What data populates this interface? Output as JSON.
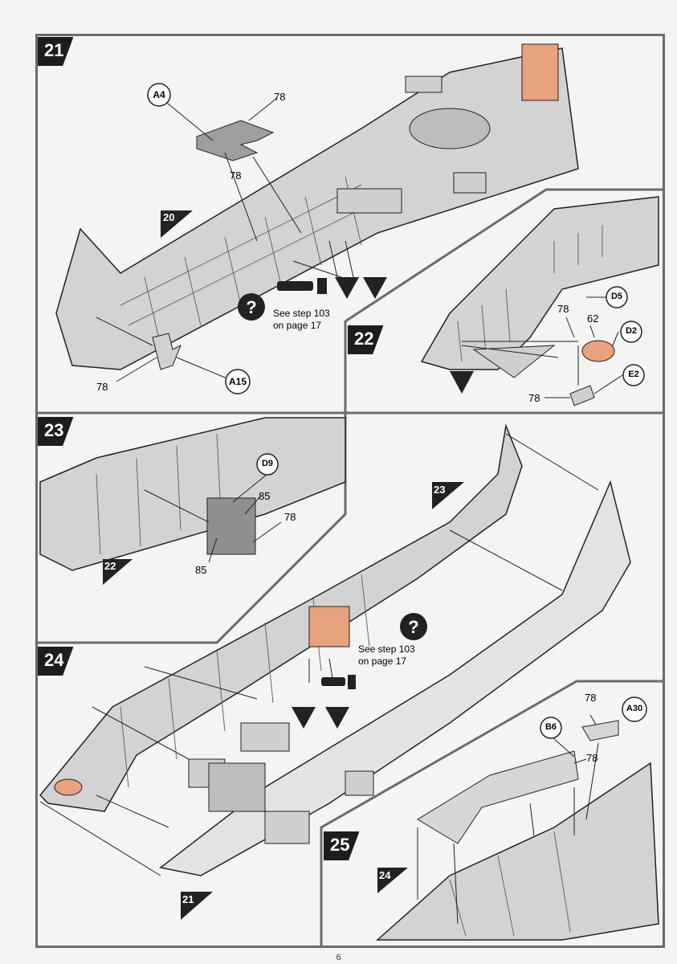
{
  "page_number": "6",
  "steps": [
    {
      "number": "21"
    },
    {
      "number": "22"
    },
    {
      "number": "23"
    },
    {
      "number": "24"
    },
    {
      "number": "25"
    }
  ],
  "step21": {
    "ref_arrow": "20",
    "parts": {
      "a4": "A4",
      "a15": "A15"
    },
    "numbers": {
      "n78_top": "78",
      "n78_mid": "78",
      "n78_bottom": "78"
    },
    "note": {
      "line1": "See step 103",
      "line2": "on page 17"
    }
  },
  "step22": {
    "parts": {
      "d5": "D5",
      "d2": "D2",
      "e2": "E2"
    },
    "numbers": {
      "n78_a": "78",
      "n62": "62",
      "n78_b": "78"
    }
  },
  "step23": {
    "ref_arrow": "22",
    "parts": {
      "d9": "D9"
    },
    "numbers": {
      "n85_a": "85",
      "n85_b": "85",
      "n78": "78"
    }
  },
  "step24": {
    "ref_arrow_top": "23",
    "ref_arrow_bottom": "21",
    "note": {
      "line1": "See step 103",
      "line2": "on page 17"
    }
  },
  "step25": {
    "ref_arrow": "24",
    "parts": {
      "b6": "B6",
      "a30": "A30"
    },
    "numbers": {
      "n78_a": "78",
      "n78_b": "78"
    }
  },
  "colors": {
    "highlight_part": "#e8a27e",
    "fuselage": "#d3d3d3",
    "badge": "#1d1d1d"
  }
}
